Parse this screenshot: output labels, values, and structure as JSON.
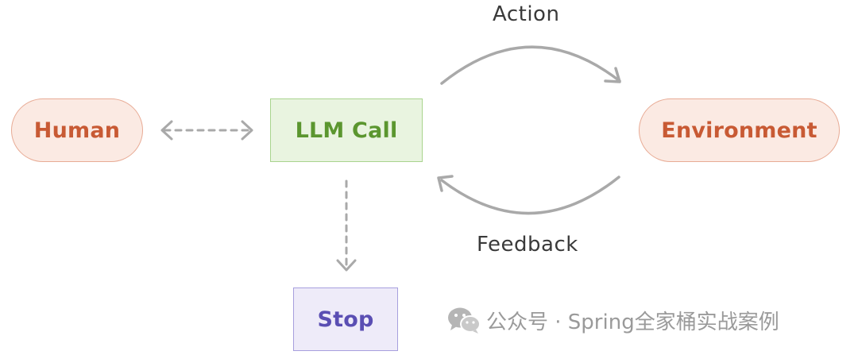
{
  "nodes": {
    "human": "Human",
    "llm_call": "LLM Call",
    "environment": "Environment",
    "stop": "Stop"
  },
  "edges": {
    "action": "Action",
    "feedback": "Feedback"
  },
  "watermark": {
    "text": "公众号 · Spring全家桶实战案例",
    "icon": "wechat-icon"
  },
  "colors": {
    "human_env_fill": "#fbeae3",
    "human_env_text": "#c85a34",
    "llm_fill": "#e9f4e0",
    "llm_text": "#5b962f",
    "stop_fill": "#eeebf9",
    "stop_text": "#5a4eb3",
    "arrow": "#a9a9a9"
  }
}
